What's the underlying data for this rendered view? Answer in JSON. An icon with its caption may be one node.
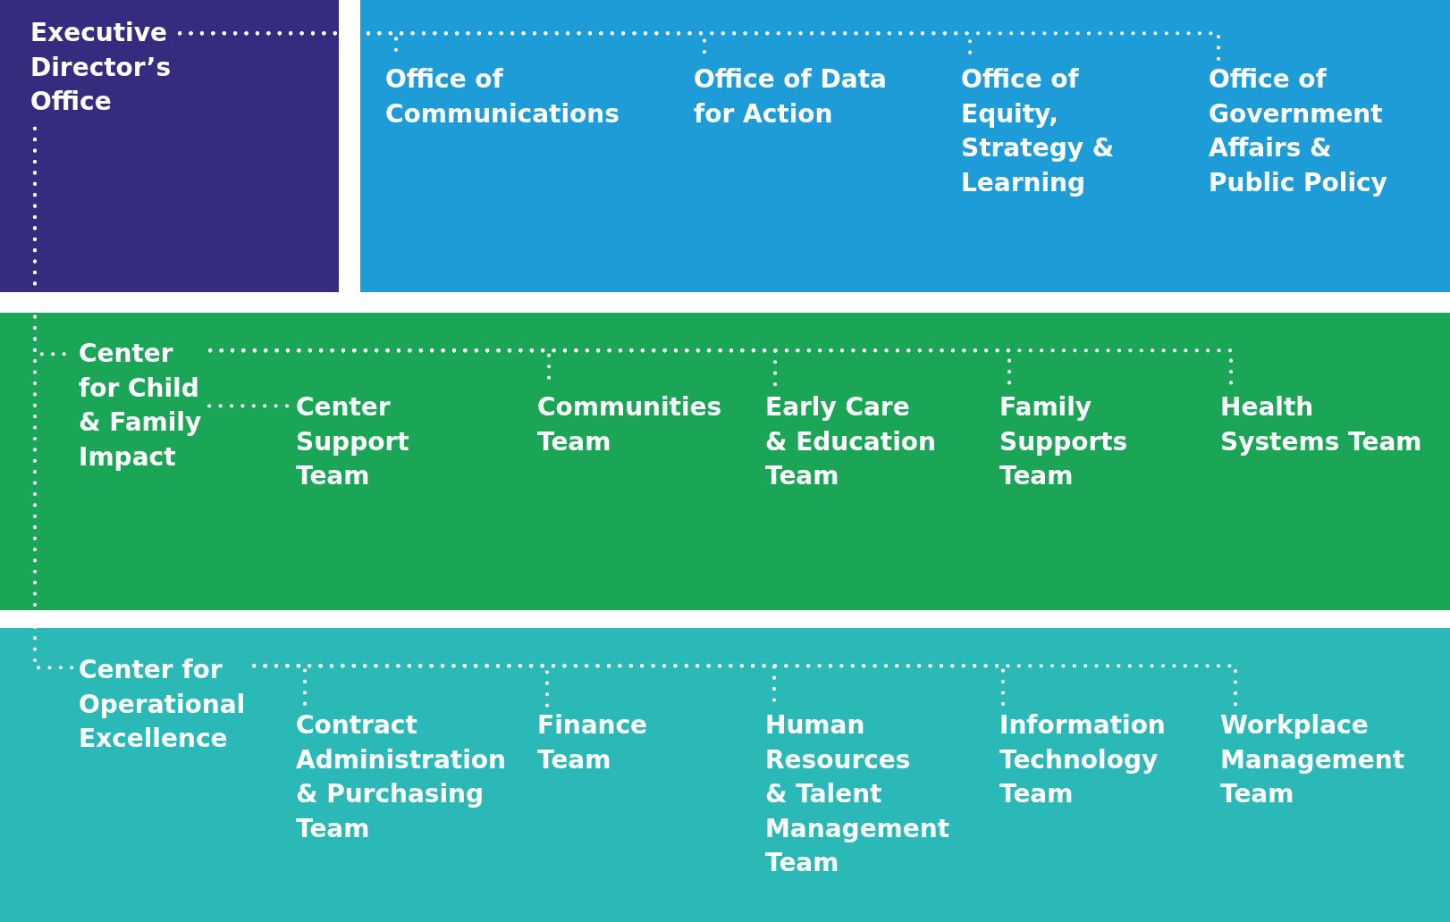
{
  "diagram": {
    "nodes": [
      {
        "text": [],
        "shape": "box"
      },
      {
        "text": [
          "Executive Director’s Office"
        ],
        "in": 0
      },
      {
        "text": [],
        "shape": "box"
      },
      {
        "text": [
          "Office of Communications"
        ],
        "in": 2
      },
      {
        "text": [
          "Office of Data for Action"
        ],
        "in": 2
      },
      {
        "text": [
          "Office of Equity, Strategy & Learning"
        ],
        "in": 2
      },
      {
        "text": [
          "Office of Government Affairs & Public Policy"
        ],
        "in": 2
      },
      {
        "text": [],
        "shape": "box"
      },
      {
        "text": [
          "Center for Child & Family Impact"
        ],
        "in": 7
      },
      {
        "text": [
          "Center Support Team"
        ],
        "in": 7
      },
      {
        "text": [
          "Communities Team"
        ],
        "in": 7
      },
      {
        "text": [
          "Early Care & Education Team"
        ],
        "in": 7
      },
      {
        "text": [
          "Family Supports Team"
        ],
        "in": 7
      },
      {
        "text": [
          "Health Systems Team"
        ],
        "in": 7
      },
      {
        "text": [],
        "shape": "box"
      },
      {
        "text": [
          "Center for Operational Excellence"
        ],
        "in": 14
      },
      {
        "text": [
          "Contract Administration & Purchasing Team"
        ],
        "in": 14
      },
      {
        "text": [
          "Finance Team"
        ],
        "in": 14
      },
      {
        "text": [
          "Human Resources & Talent Management Team"
        ],
        "in": 14
      },
      {
        "text": [
          "Information Technology Team"
        ],
        "in": 14
      },
      {
        "text": [
          "Workplace Management Team"
        ],
        "in": 14
      }
    ],
    "edges": [
      {
        "from": 1,
        "to": 3,
        "arrow": "none",
        "style": "dashed"
      },
      {
        "from": 1,
        "to": 4,
        "arrow": "none",
        "style": "dashed"
      },
      {
        "from": 1,
        "to": 5,
        "arrow": "none",
        "style": "dashed"
      },
      {
        "from": 1,
        "to": 6,
        "arrow": "none",
        "style": "dashed"
      },
      {
        "from": 1,
        "to": 8,
        "arrow": "none",
        "style": "dashed"
      },
      {
        "from": 1,
        "to": 15,
        "arrow": "none",
        "style": "dashed"
      },
      {
        "from": 8,
        "to": 9,
        "arrow": "none",
        "style": "dashed"
      },
      {
        "from": 8,
        "to": 10,
        "arrow": "none",
        "style": "dashed"
      },
      {
        "from": 8,
        "to": 11,
        "arrow": "none",
        "style": "dashed"
      },
      {
        "from": 8,
        "to": 12,
        "arrow": "none",
        "style": "dashed"
      },
      {
        "from": 8,
        "to": 13,
        "arrow": "none",
        "style": "dashed"
      },
      {
        "from": 15,
        "to": 16,
        "arrow": "none",
        "style": "dashed"
      },
      {
        "from": 15,
        "to": 17,
        "arrow": "none",
        "style": "dashed"
      },
      {
        "from": 15,
        "to": 18,
        "arrow": "none",
        "style": "dashed"
      },
      {
        "from": 15,
        "to": 19,
        "arrow": "none",
        "style": "dashed"
      },
      {
        "from": 15,
        "to": 20,
        "arrow": "none",
        "style": "dashed"
      }
    ]
  }
}
